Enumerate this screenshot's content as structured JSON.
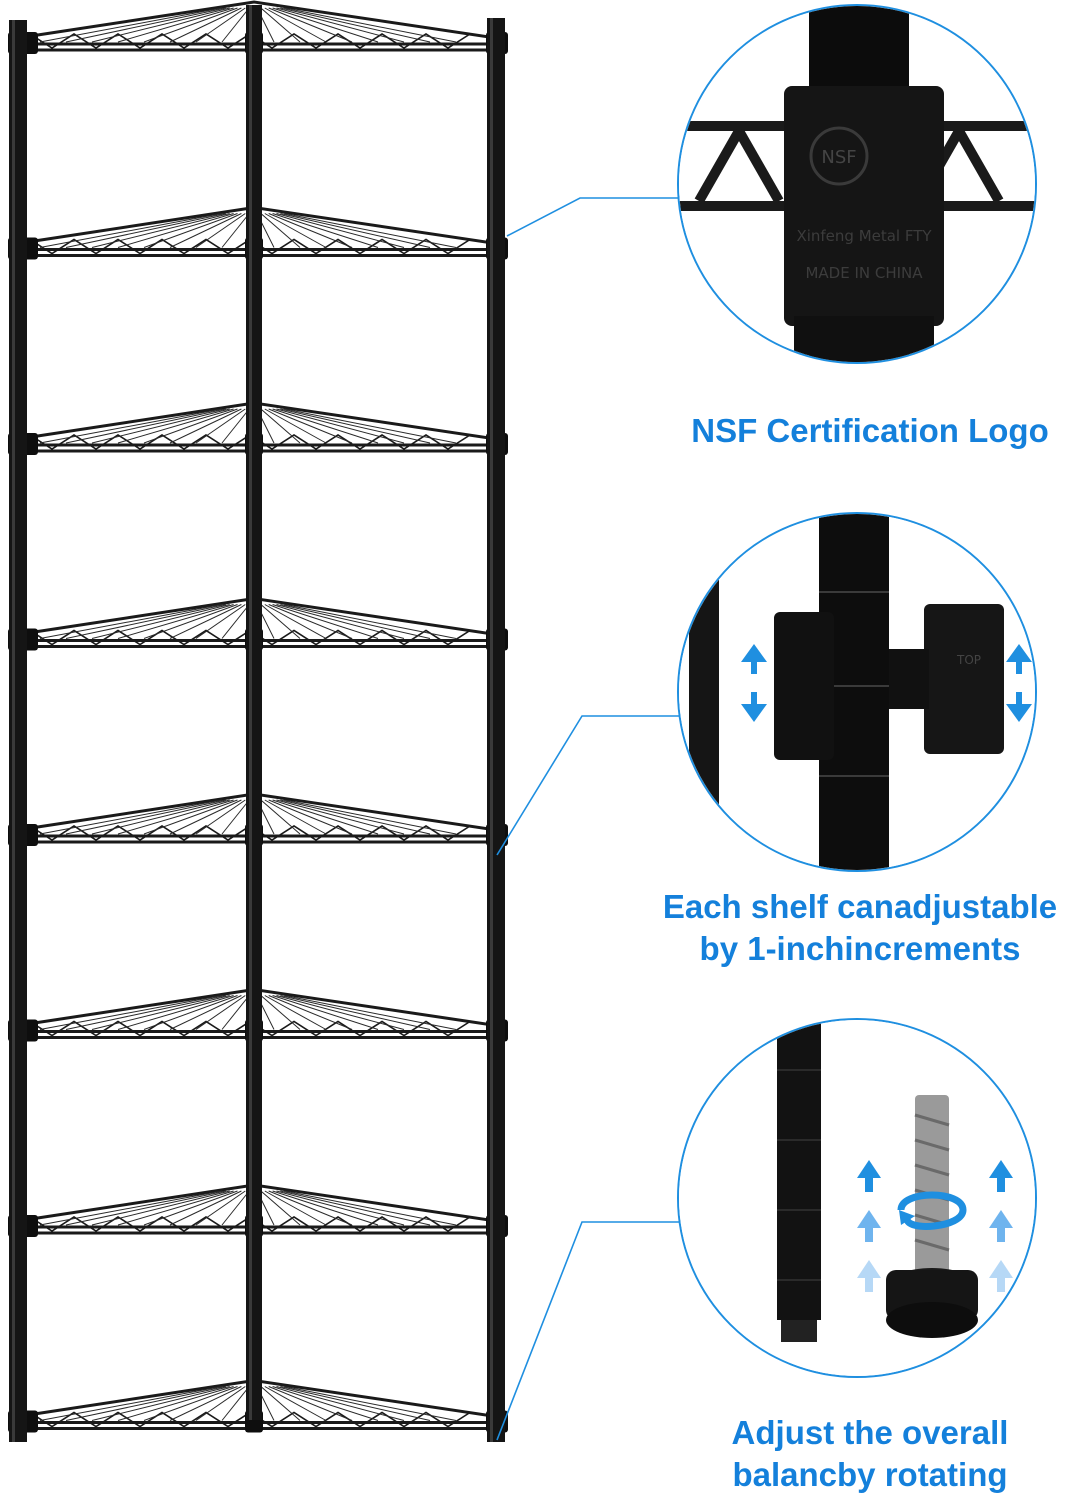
{
  "colors": {
    "accent": "#1480db",
    "ring": "#1f8fe0",
    "frame": "#111111"
  },
  "shelf_image": {
    "tiers": 8
  },
  "details": [
    {
      "id": "nsf",
      "caption_lines": [
        "NSF Certification Logo"
      ],
      "stamp_lines": [
        "NSF",
        "Xinfeng Metal FTY",
        "MADE IN CHINA"
      ]
    },
    {
      "id": "adjustable",
      "caption_lines": [
        "Each shelf canadjustable",
        "by 1-inchincrements"
      ],
      "stamp_lines": [
        "TOP"
      ],
      "icons": [
        "arrow-up-down-icon",
        "arrow-up-down-icon"
      ]
    },
    {
      "id": "leveling-feet",
      "caption_lines": [
        "Adjust the overall",
        "balancby rotating"
      ],
      "icons": [
        "arrow-up-icon",
        "rotate-icon"
      ]
    }
  ]
}
